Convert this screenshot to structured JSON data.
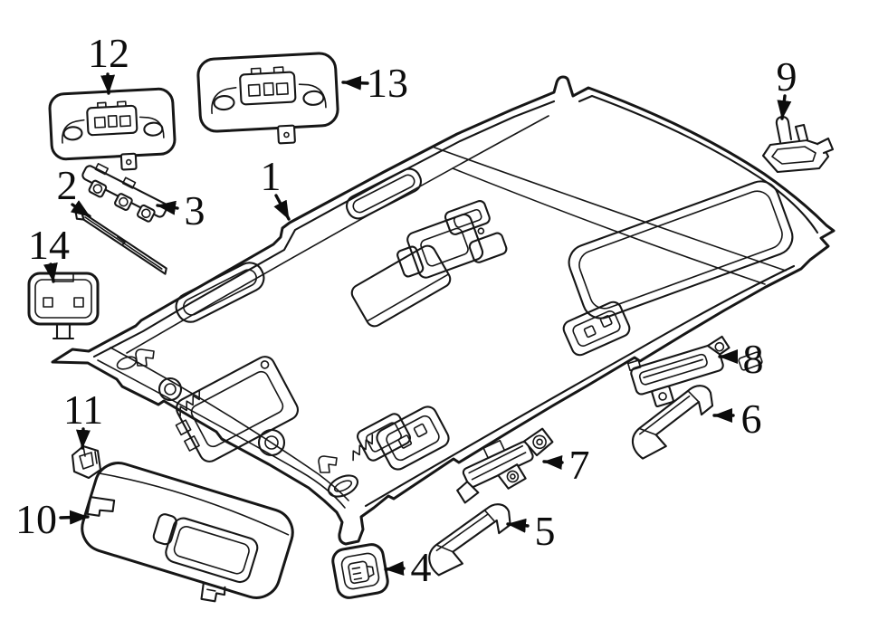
{
  "diagram": {
    "background_color": "#ffffff",
    "line_color": "#161616",
    "highlight_color": "#a9d7f2",
    "highlight_shade": "#7cbde4",
    "callouts": [
      {
        "label": "1",
        "highlighted": false
      },
      {
        "label": "2",
        "highlighted": false
      },
      {
        "label": "3",
        "highlighted": false
      },
      {
        "label": "4",
        "highlighted": false
      },
      {
        "label": "5",
        "highlighted": false
      },
      {
        "label": "6",
        "highlighted": true
      },
      {
        "label": "7",
        "highlighted": false
      },
      {
        "label": "8",
        "highlighted": false
      },
      {
        "label": "9",
        "highlighted": false
      },
      {
        "label": "10",
        "highlighted": false
      },
      {
        "label": "11",
        "highlighted": false
      },
      {
        "label": "12",
        "highlighted": false
      },
      {
        "label": "13",
        "highlighted": false
      },
      {
        "label": "14",
        "highlighted": false
      }
    ]
  }
}
